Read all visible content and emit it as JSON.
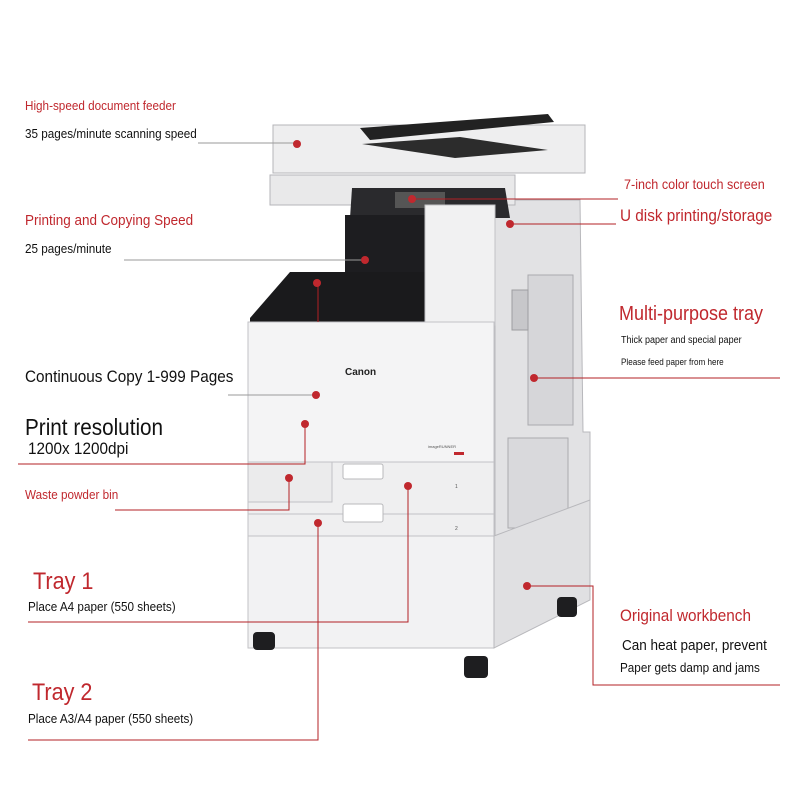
{
  "colors": {
    "accent": "#c0282e",
    "text": "#111111"
  },
  "printer": {
    "brand": "Canon",
    "model": "imageRUNNER",
    "tray_numbers": [
      "1",
      "2"
    ]
  },
  "callouts": {
    "doc_feeder": {
      "title": "High-speed document feeder",
      "detail": "35 pages/minute scanning speed"
    },
    "print_copy_speed": {
      "title": "Printing and Copying Speed",
      "detail": "25 pages/minute"
    },
    "continuous_copy": {
      "title": "Continuous Copy 1-999 Pages"
    },
    "print_resolution": {
      "title": "Print resolution",
      "detail": "1200x 1200dpi"
    },
    "waste_powder_bin": {
      "title": "Waste powder bin"
    },
    "tray1": {
      "title": "Tray 1",
      "detail": "Place A4 paper (550 sheets)"
    },
    "tray2": {
      "title": "Tray 2",
      "detail": "Place A3/A4 paper (550 sheets)"
    },
    "touch_screen": {
      "title": "7-inch color touch screen"
    },
    "usb_printing": {
      "title": "U disk printing/storage"
    },
    "multi_purpose_tray": {
      "title": "Multi-purpose tray",
      "detail": "Thick paper and special paper",
      "detail2": "Please feed paper from here"
    },
    "workbench": {
      "title": "Original workbench",
      "detail": "Can heat paper, prevent",
      "detail2": "Paper gets damp and jams"
    }
  }
}
